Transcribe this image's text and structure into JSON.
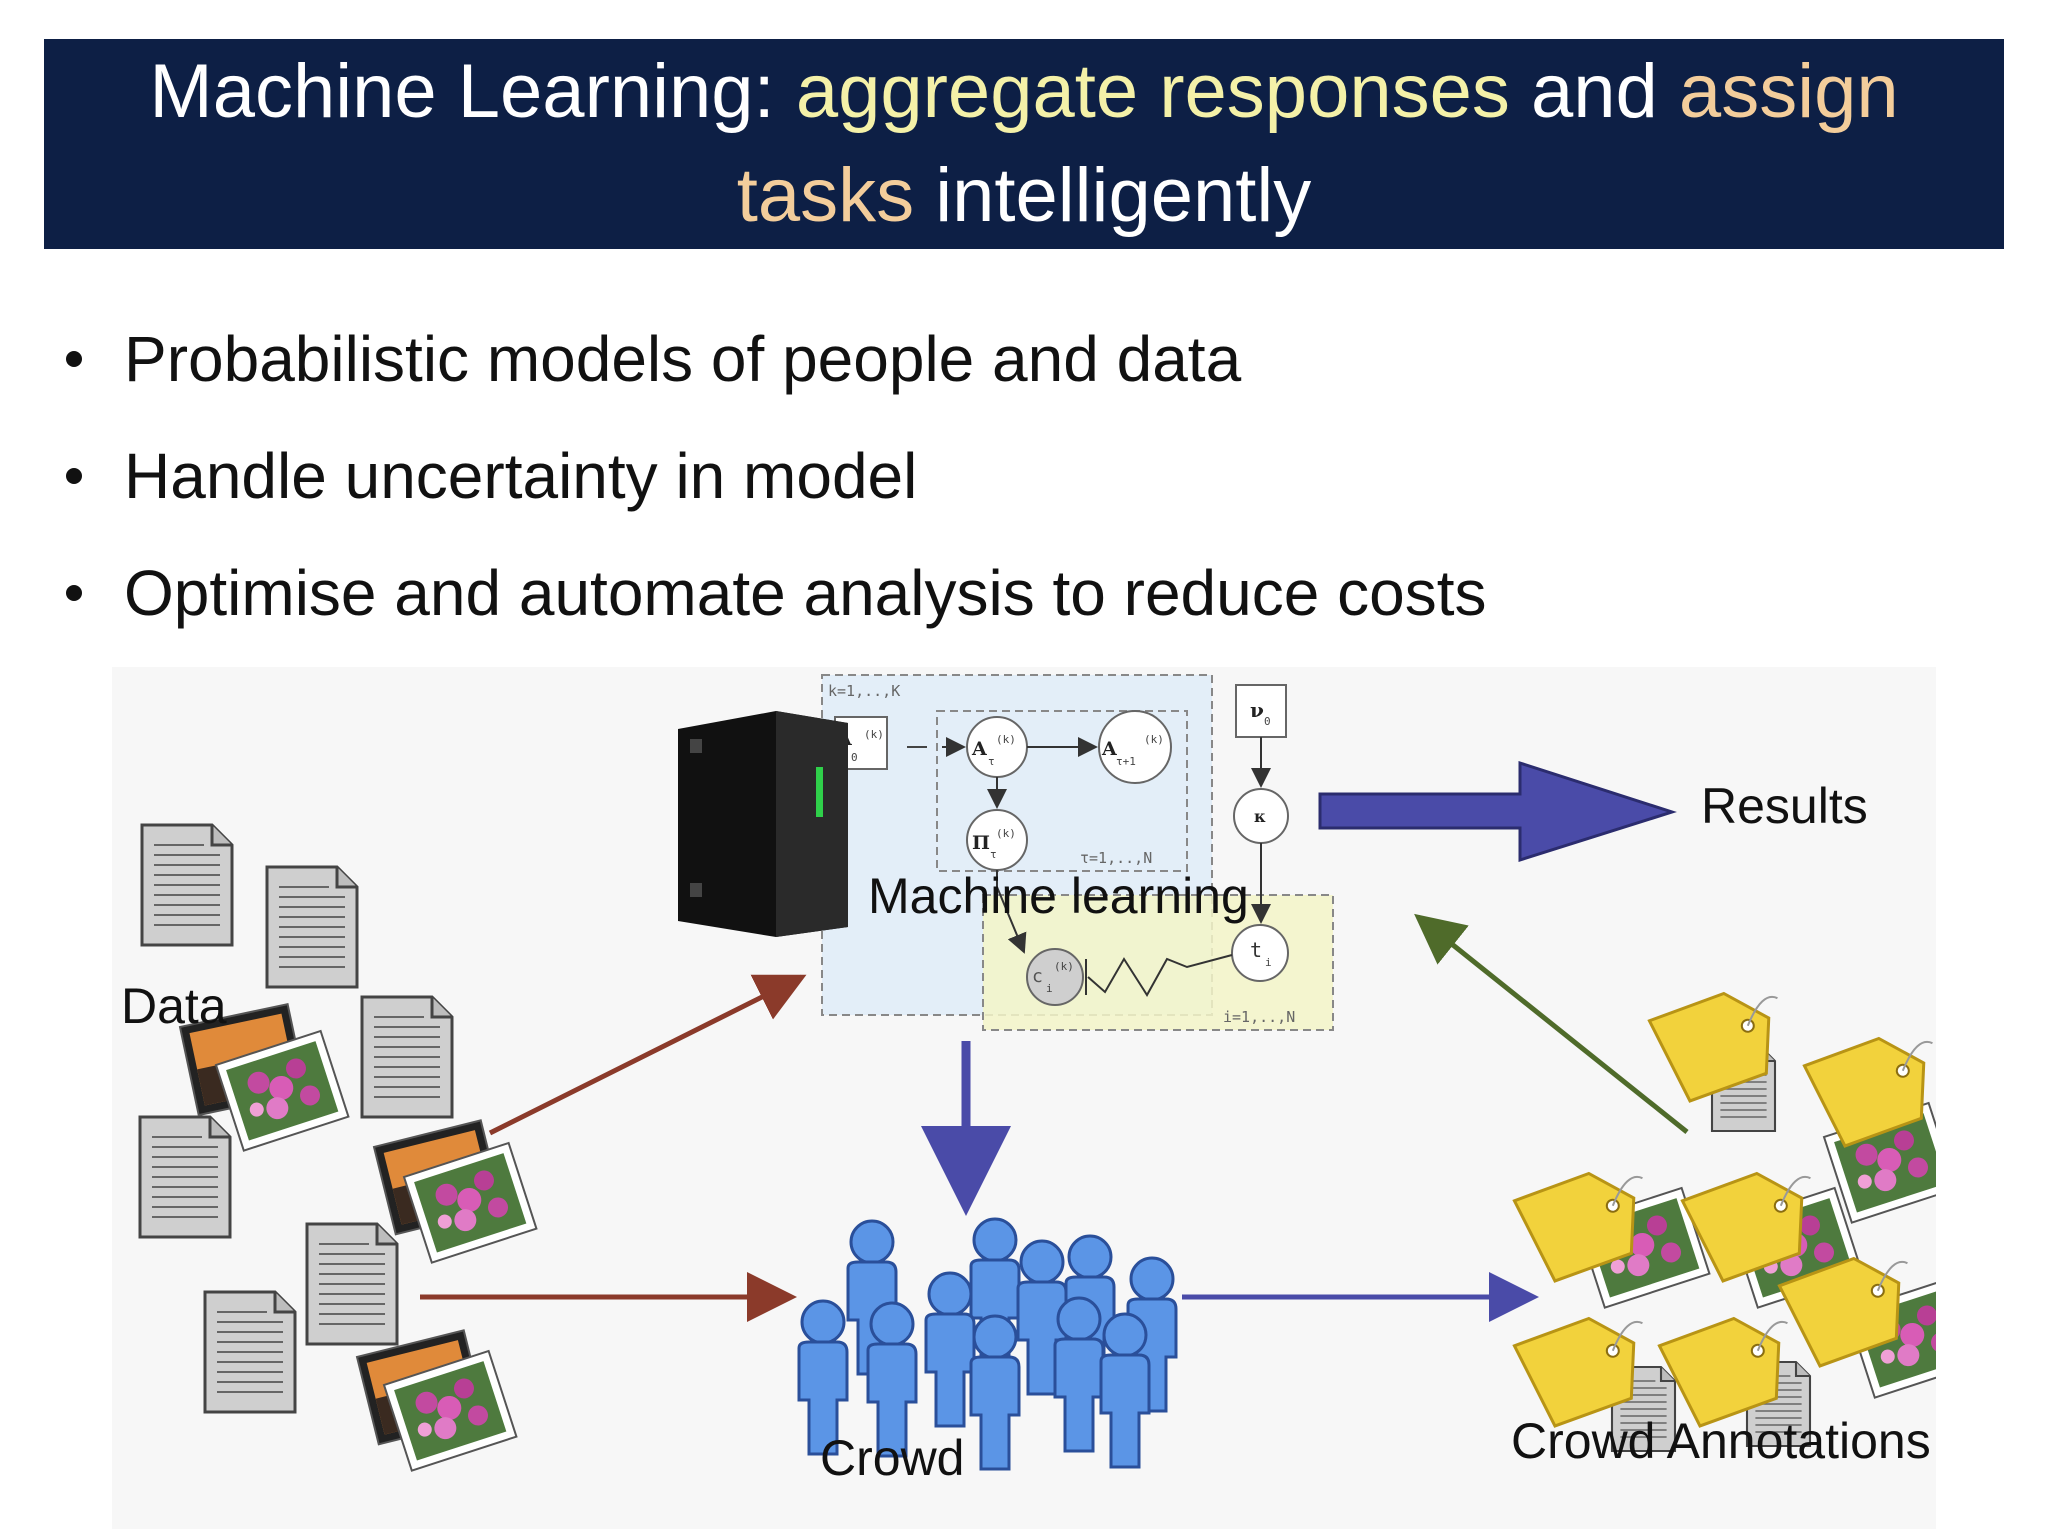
{
  "title": {
    "part1": "Machine Learning: ",
    "part2": "aggregate responses",
    "part3": " and ",
    "part4": "assign",
    "part5": "tasks",
    "part6": " intelligently"
  },
  "bullets": [
    "Probabilistic models of people and data",
    "Handle uncertainty in model",
    "Optimise and automate analysis to reduce costs"
  ],
  "diagram": {
    "labels": {
      "data": "Data",
      "machine_learning": "Machine learning",
      "results": "Results",
      "crowd": "Crowd",
      "crowd_annotations": "Crowd Annotations"
    },
    "graphical_model": {
      "plate_k": "k=1,..,K",
      "plate_tau": "τ=1,..,N",
      "plate_i": "i=1,..,N",
      "node_A0": "A",
      "node_A0_sup": "(k)",
      "node_A0_sub": "0",
      "node_Atau": "A",
      "node_Atau_sup": "(k)",
      "node_Atau_sub": "τ",
      "node_Atau1": "A",
      "node_Atau1_sup": "(k)",
      "node_Atau1_sub": "τ+1",
      "node_Pi": "Π",
      "node_Pi_sup": "(k)",
      "node_Pi_sub": "τ",
      "node_nu": "ν",
      "node_nu_sub": "0",
      "node_kappa": "κ",
      "node_t": "t",
      "node_t_sub": "i",
      "node_c": "c",
      "node_c_sup": "(k)",
      "node_c_sub": "i"
    }
  },
  "colors": {
    "title_bg": "#0d1f45",
    "highlight_yellow": "#f4f1a8",
    "highlight_peach": "#f3cd9b",
    "arrow_blue": "#4a4ba8",
    "arrow_brown": "#8b3a2a",
    "arrow_green": "#4f6b2a",
    "person_blue": "#5b95e6",
    "tag_yellow": "#f2d23c"
  }
}
